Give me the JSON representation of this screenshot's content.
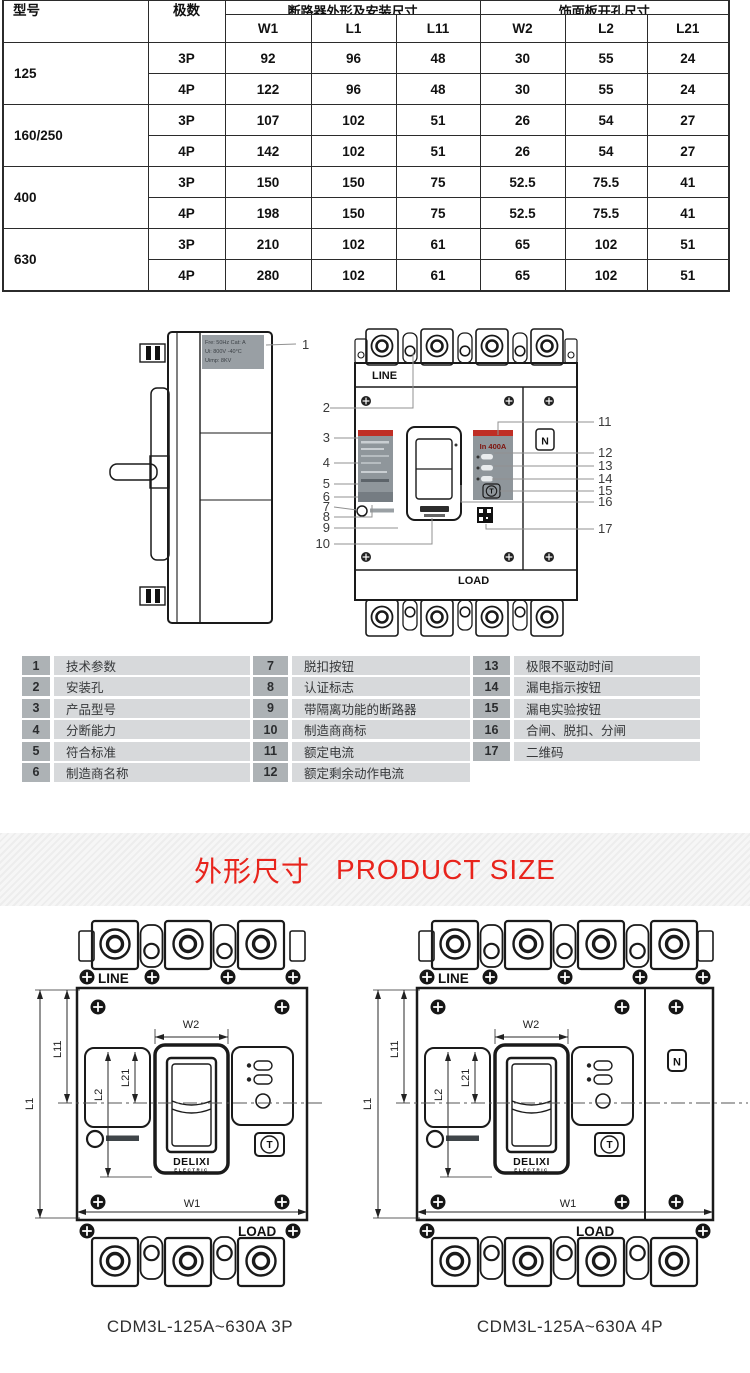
{
  "dim_table": {
    "header": {
      "model": "型号",
      "poles": "极数",
      "group1": "断路器外形及安装尺寸",
      "group2": "饰面板开孔尺寸",
      "cols": [
        "W1",
        "L1",
        "L11",
        "W2",
        "L2",
        "L21"
      ]
    },
    "groups": [
      {
        "model": "125",
        "rows": [
          [
            "3P",
            "92",
            "96",
            "48",
            "30",
            "55",
            "24"
          ],
          [
            "4P",
            "122",
            "96",
            "48",
            "30",
            "55",
            "24"
          ]
        ]
      },
      {
        "model": "160/250",
        "rows": [
          [
            "3P",
            "107",
            "102",
            "51",
            "26",
            "54",
            "27"
          ],
          [
            "4P",
            "142",
            "102",
            "51",
            "26",
            "54",
            "27"
          ]
        ]
      },
      {
        "model": "400",
        "rows": [
          [
            "3P",
            "150",
            "150",
            "75",
            "52.5",
            "75.5",
            "41"
          ],
          [
            "4P",
            "198",
            "150",
            "75",
            "52.5",
            "75.5",
            "41"
          ]
        ]
      },
      {
        "model": "630",
        "rows": [
          [
            "3P",
            "210",
            "102",
            "61",
            "65",
            "102",
            "51"
          ],
          [
            "4P",
            "280",
            "102",
            "61",
            "65",
            "102",
            "51"
          ]
        ]
      }
    ]
  },
  "diagram": {
    "nameplate_lines": [
      "Fre: 50Hz   Cat: A",
      "Ui: 800V    -40°C",
      "Uimp: 8KV"
    ],
    "line_label": "LINE",
    "load_label": "LOAD",
    "rated_current": "In 400A",
    "n_label": "N",
    "t_label": "T",
    "callout_labels": [
      "1",
      "2",
      "3",
      "4",
      "5",
      "6",
      "7",
      "8",
      "9",
      "10",
      "11",
      "12",
      "13",
      "14",
      "15",
      "16",
      "17"
    ]
  },
  "legend": {
    "columns": [
      [
        {
          "n": "1",
          "label": "技术参数"
        },
        {
          "n": "2",
          "label": "安装孔"
        },
        {
          "n": "3",
          "label": "产品型号"
        },
        {
          "n": "4",
          "label": "分断能力"
        },
        {
          "n": "5",
          "label": "符合标准"
        },
        {
          "n": "6",
          "label": "制造商名称"
        }
      ],
      [
        {
          "n": "7",
          "label": "脱扣按钮"
        },
        {
          "n": "8",
          "label": "认证标志"
        },
        {
          "n": "9",
          "label": "带隔离功能的断路器"
        },
        {
          "n": "10",
          "label": "制造商商标"
        },
        {
          "n": "11",
          "label": "额定电流"
        },
        {
          "n": "12",
          "label": "额定剩余动作电流"
        }
      ],
      [
        {
          "n": "13",
          "label": "极限不驱动时间"
        },
        {
          "n": "14",
          "label": "漏电指示按钮"
        },
        {
          "n": "15",
          "label": "漏电实验按钮"
        },
        {
          "n": "16",
          "label": "合闸、脱扣、分闸"
        },
        {
          "n": "17",
          "label": "二维码"
        }
      ]
    ]
  },
  "section_title": {
    "zh": "外形尺寸",
    "en": "PRODUCT SIZE"
  },
  "drawings": {
    "dims": {
      "w1": "W1",
      "w2": "W2",
      "l1": "L1",
      "l11": "L11",
      "l2": "L2",
      "l21": "L21"
    },
    "line_label": "LINE",
    "load_label": "LOAD",
    "n_label": "N",
    "t_label": "T",
    "brand": "DELIXI",
    "brand_sub": "ELECTRIC",
    "caption_3p": "CDM3L-125A~630A 3P",
    "caption_4p": "CDM3L-125A~630A 4P"
  }
}
